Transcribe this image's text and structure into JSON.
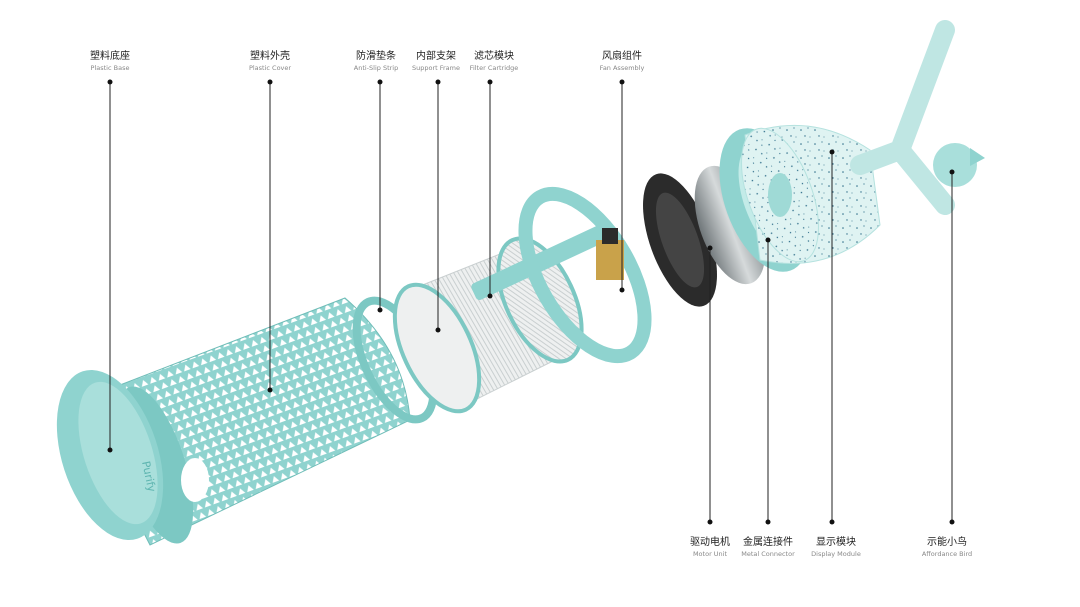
{
  "colors": {
    "teal": "#8fd3cf",
    "teal_dark": "#5eb5b0",
    "teal_light": "#c3ebe8",
    "filter": "#e9ecec",
    "metal": "#9aa3a6",
    "fan": "#2b2b2b",
    "brass": "#c9a24a",
    "speckle": "#2f6e8a"
  },
  "product": {
    "brand": "Purify"
  },
  "callouts": [
    {
      "id": "plastic-base",
      "zh": "塑料底座",
      "en": "Plastic Base"
    },
    {
      "id": "plastic-cover",
      "zh": "塑料外壳",
      "en": "Plastic Cover"
    },
    {
      "id": "anti-slip-strip",
      "zh": "防滑垫条",
      "en": "Anti-Slip Strip"
    },
    {
      "id": "support-frame",
      "zh": "内部支架",
      "en": "Support Frame"
    },
    {
      "id": "filter-cartridge",
      "zh": "滤芯模块",
      "en": "Filter Cartridge"
    },
    {
      "id": "fan-assembly",
      "zh": "风扇组件",
      "en": "Fan Assembly"
    },
    {
      "id": "motor-unit",
      "zh": "驱动电机",
      "en": "Motor Unit"
    },
    {
      "id": "metal-connector",
      "zh": "金属连接件",
      "en": "Metal Connector"
    },
    {
      "id": "display-module",
      "zh": "显示模块",
      "en": "Display Module"
    },
    {
      "id": "affordance-bird",
      "zh": "示能小鸟",
      "en": "Affordance Bird"
    }
  ]
}
